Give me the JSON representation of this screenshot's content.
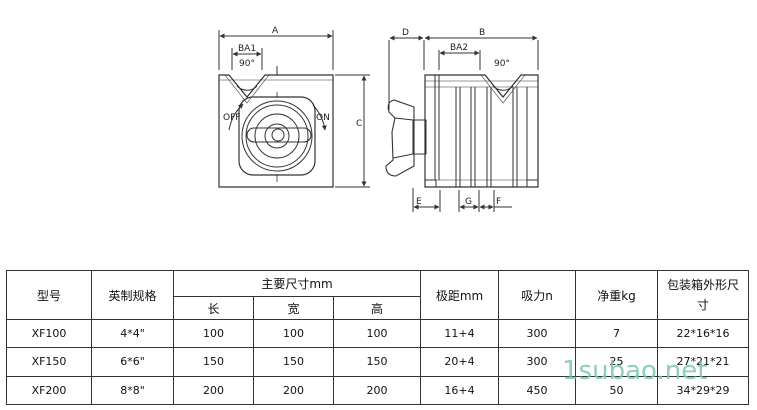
{
  "drawing": {
    "front": {
      "dim_a": "A",
      "dim_ba1": "BA1",
      "angle": "90°",
      "label_off": "OFF",
      "label_on": "ON",
      "dim_c": "C"
    },
    "side": {
      "dim_d": "D",
      "dim_b": "B",
      "dim_ba2": "BA2",
      "angle": "90°",
      "dim_e": "E",
      "dim_g": "G",
      "dim_f": "F"
    }
  },
  "table": {
    "headers": {
      "model": "型号",
      "imperial": "英制规格",
      "main_dims": "主要尺寸mm",
      "pole_pitch": "极距mm",
      "force": "吸力n",
      "weight": "净重kg",
      "package": "包装箱外形尺寸"
    },
    "subheaders": {
      "length": "长",
      "width": "宽",
      "height": "高"
    },
    "rows": [
      {
        "model": "XF100",
        "imperial": "4*4\"",
        "length": "100",
        "width": "100",
        "height": "100",
        "pole_pitch": "11+4",
        "force": "300",
        "weight": "7",
        "package": "22*16*16"
      },
      {
        "model": "XF150",
        "imperial": "6*6\"",
        "length": "150",
        "width": "150",
        "height": "150",
        "pole_pitch": "20+4",
        "force": "300",
        "weight": "25",
        "package": "27*21*21"
      },
      {
        "model": "XF200",
        "imperial": "8*8\"",
        "length": "200",
        "width": "200",
        "height": "200",
        "pole_pitch": "16+4",
        "force": "450",
        "weight": "50",
        "package": "34*29*29"
      }
    ]
  },
  "watermark": "1subao.net"
}
